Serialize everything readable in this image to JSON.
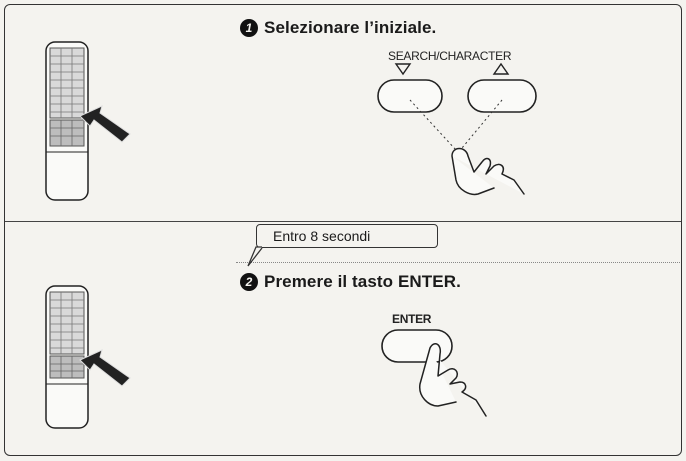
{
  "step1": {
    "number": "1",
    "heading": "Selezionare l’iniziale."
  },
  "step2": {
    "number": "2",
    "heading": "Premere il tasto ENTER."
  },
  "callout": {
    "text": "Entro 8 secondi"
  },
  "buttons": {
    "search_character_label": "SEARCH/CHARACTER",
    "enter_label": "ENTER"
  },
  "icons": {
    "remote": "remote-control-icon",
    "arrow": "press-arrow-icon",
    "hand": "pointing-hand-icon",
    "down": "down-triangle-icon",
    "up": "up-triangle-icon"
  }
}
